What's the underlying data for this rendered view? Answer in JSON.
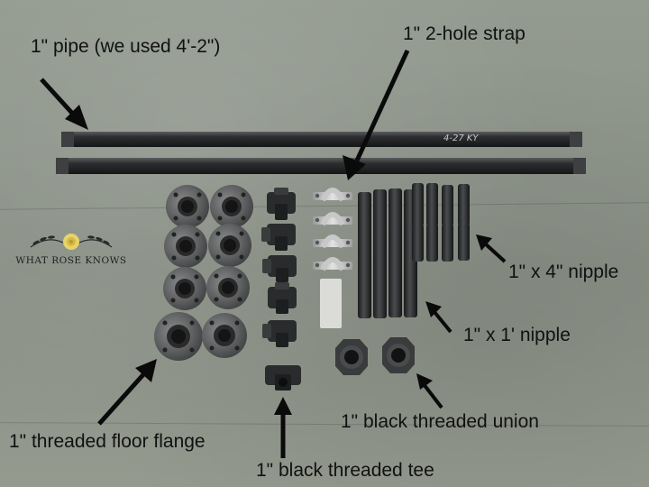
{
  "labels": {
    "pipe": "1\" pipe (we used 4'-2\")",
    "strap": "1\" 2-hole strap",
    "nipple_4": "1\" x 4\" nipple",
    "nipple_1ft": "1\" x 1' nipple",
    "union": "1\" black threaded union",
    "flange": "1\" threaded floor flange",
    "tee": "1\" black threaded tee"
  },
  "logo": {
    "text": "WHAT ROSE KNOWS"
  },
  "pipe_marking": "4-27 KY",
  "counts": {
    "pipes": 2,
    "flanges": 8,
    "tees": 6,
    "straps": 4,
    "nipples_1ft": 4,
    "nipples_4in": 4,
    "unions": 2
  },
  "colors": {
    "floor": "#8e948a",
    "pipe": "#2a2b2c",
    "flange": "#5a5b5c",
    "strap": "#b8b8b8",
    "text": "#111111"
  }
}
